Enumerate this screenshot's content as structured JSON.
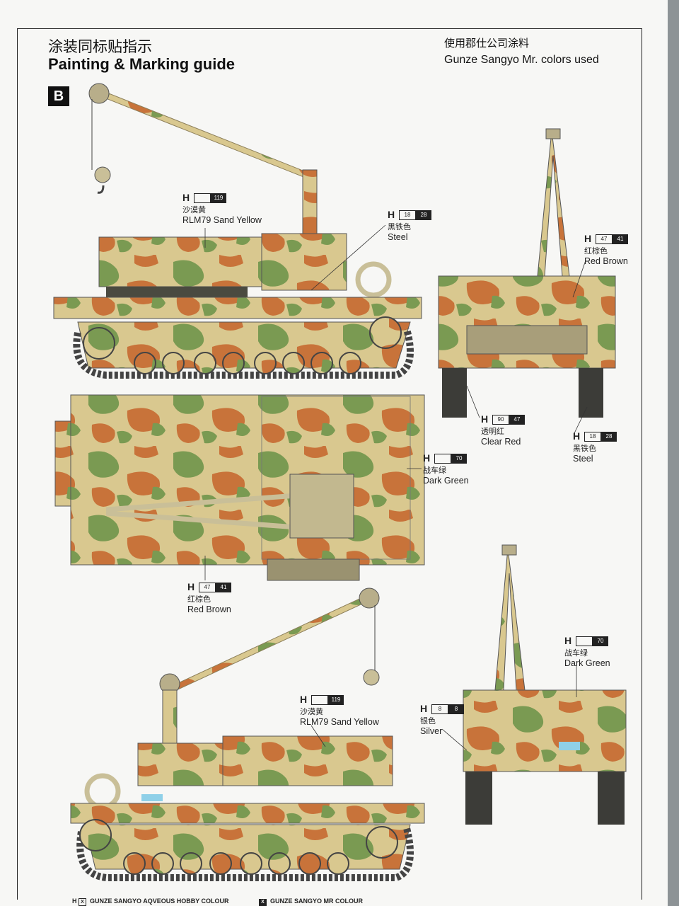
{
  "header": {
    "title_zh": "涂装同标贴指示",
    "title_en": "Painting & Marking guide",
    "gunze_zh": "使用郡仕公司涂料",
    "gunze_en": "Gunze Sangyo Mr. colors used",
    "scheme_badge": "B"
  },
  "callouts": [
    {
      "id": "c1",
      "prefix": "H",
      "aqueous": "",
      "mr": "119",
      "zh": "沙漠黄",
      "en": "RLM79 Sand Yellow"
    },
    {
      "id": "c2",
      "prefix": "H",
      "aqueous": "18",
      "mr": "28",
      "zh": "黑铁色",
      "en": "Steel"
    },
    {
      "id": "c3",
      "prefix": "H",
      "aqueous": "47",
      "mr": "41",
      "zh": "红棕色",
      "en": "Red Brown"
    },
    {
      "id": "c4",
      "prefix": "H",
      "aqueous": "90",
      "mr": "47",
      "zh": "透明红",
      "en": "Clear Red"
    },
    {
      "id": "c5",
      "prefix": "H",
      "aqueous": "18",
      "mr": "28",
      "zh": "黑铁色",
      "en": "Steel"
    },
    {
      "id": "c6",
      "prefix": "H",
      "aqueous": "",
      "mr": "70",
      "zh": "战车绿",
      "en": "Dark Green"
    },
    {
      "id": "c7",
      "prefix": "H",
      "aqueous": "47",
      "mr": "41",
      "zh": "红棕色",
      "en": "Red Brown"
    },
    {
      "id": "c8",
      "prefix": "H",
      "aqueous": "",
      "mr": "70",
      "zh": "战车绿",
      "en": "Dark Green"
    },
    {
      "id": "c9",
      "prefix": "H",
      "aqueous": "",
      "mr": "119",
      "zh": "沙漠黄",
      "en": "RLM79 Sand Yellow"
    },
    {
      "id": "c10",
      "prefix": "H",
      "aqueous": "8",
      "mr": "8",
      "zh": "银色",
      "en": "Silver"
    }
  ],
  "footer": {
    "aqueous_key": "H",
    "aqueous_symbol": "X",
    "aqueous_label": "GUNZE SANGYO AQVEOUS HOBBY COLOUR",
    "mr_symbol": "X",
    "mr_label": "GUNZE SANGYO MR COLOUR"
  },
  "colors": {
    "sand_yellow": "#d9c88f",
    "dark_green": "#7a9a52",
    "red_brown": "#c8733a",
    "steel": "#5a5a58",
    "clear_red": "#c0392b",
    "silver": "#b9c3cf"
  }
}
